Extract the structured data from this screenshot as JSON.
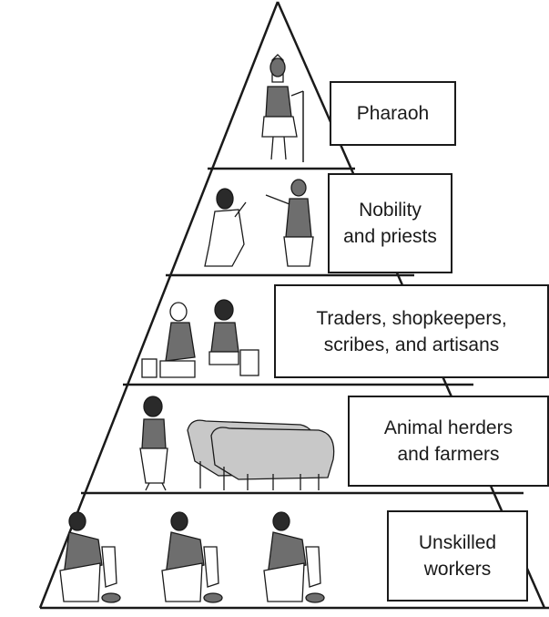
{
  "tiers": [
    {
      "id": "pharaoh",
      "lines": [
        "Pharaoh"
      ]
    },
    {
      "id": "nobility",
      "lines": [
        "Nobility",
        "and priests"
      ]
    },
    {
      "id": "traders",
      "lines": [
        "Traders, shopkeepers,",
        "scribes, and artisans"
      ]
    },
    {
      "id": "farmers",
      "lines": [
        "Animal herders",
        "and farmers"
      ]
    },
    {
      "id": "workers",
      "lines": [
        "Unskilled",
        "workers"
      ]
    }
  ],
  "colors": {
    "line": "#1a1a1a",
    "fill": "#ffffff",
    "skin": "#6e6e6e",
    "hair": "#2a2a2a",
    "cattle": "#c8c8c8"
  }
}
